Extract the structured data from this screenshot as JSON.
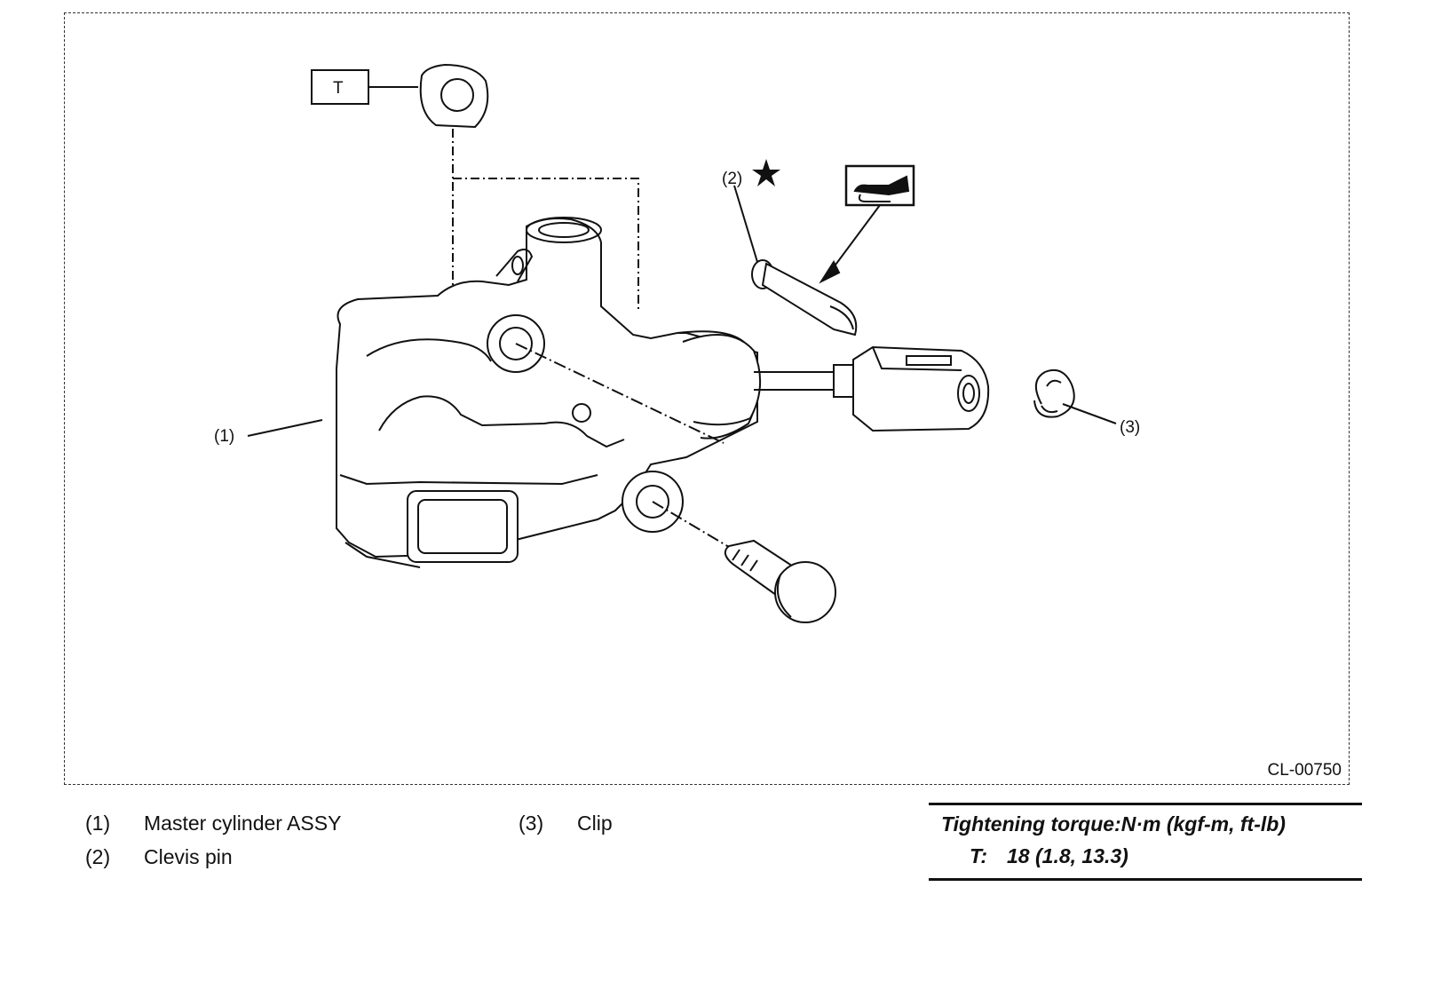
{
  "figure": {
    "code": "CL-00750",
    "callouts": {
      "c1": "(1)",
      "c2": "(2)",
      "c3": "(3)",
      "t": "T"
    }
  },
  "legend": [
    {
      "num": "(1)",
      "label": "Master cylinder ASSY"
    },
    {
      "num": "(2)",
      "label": "Clevis pin"
    },
    {
      "num": "(3)",
      "label": "Clip"
    }
  ],
  "torque": {
    "header": "Tightening torque:N·m (kgf-m, ft-lb)",
    "symbol": "T:",
    "value": "18 (1.8, 13.3)"
  }
}
